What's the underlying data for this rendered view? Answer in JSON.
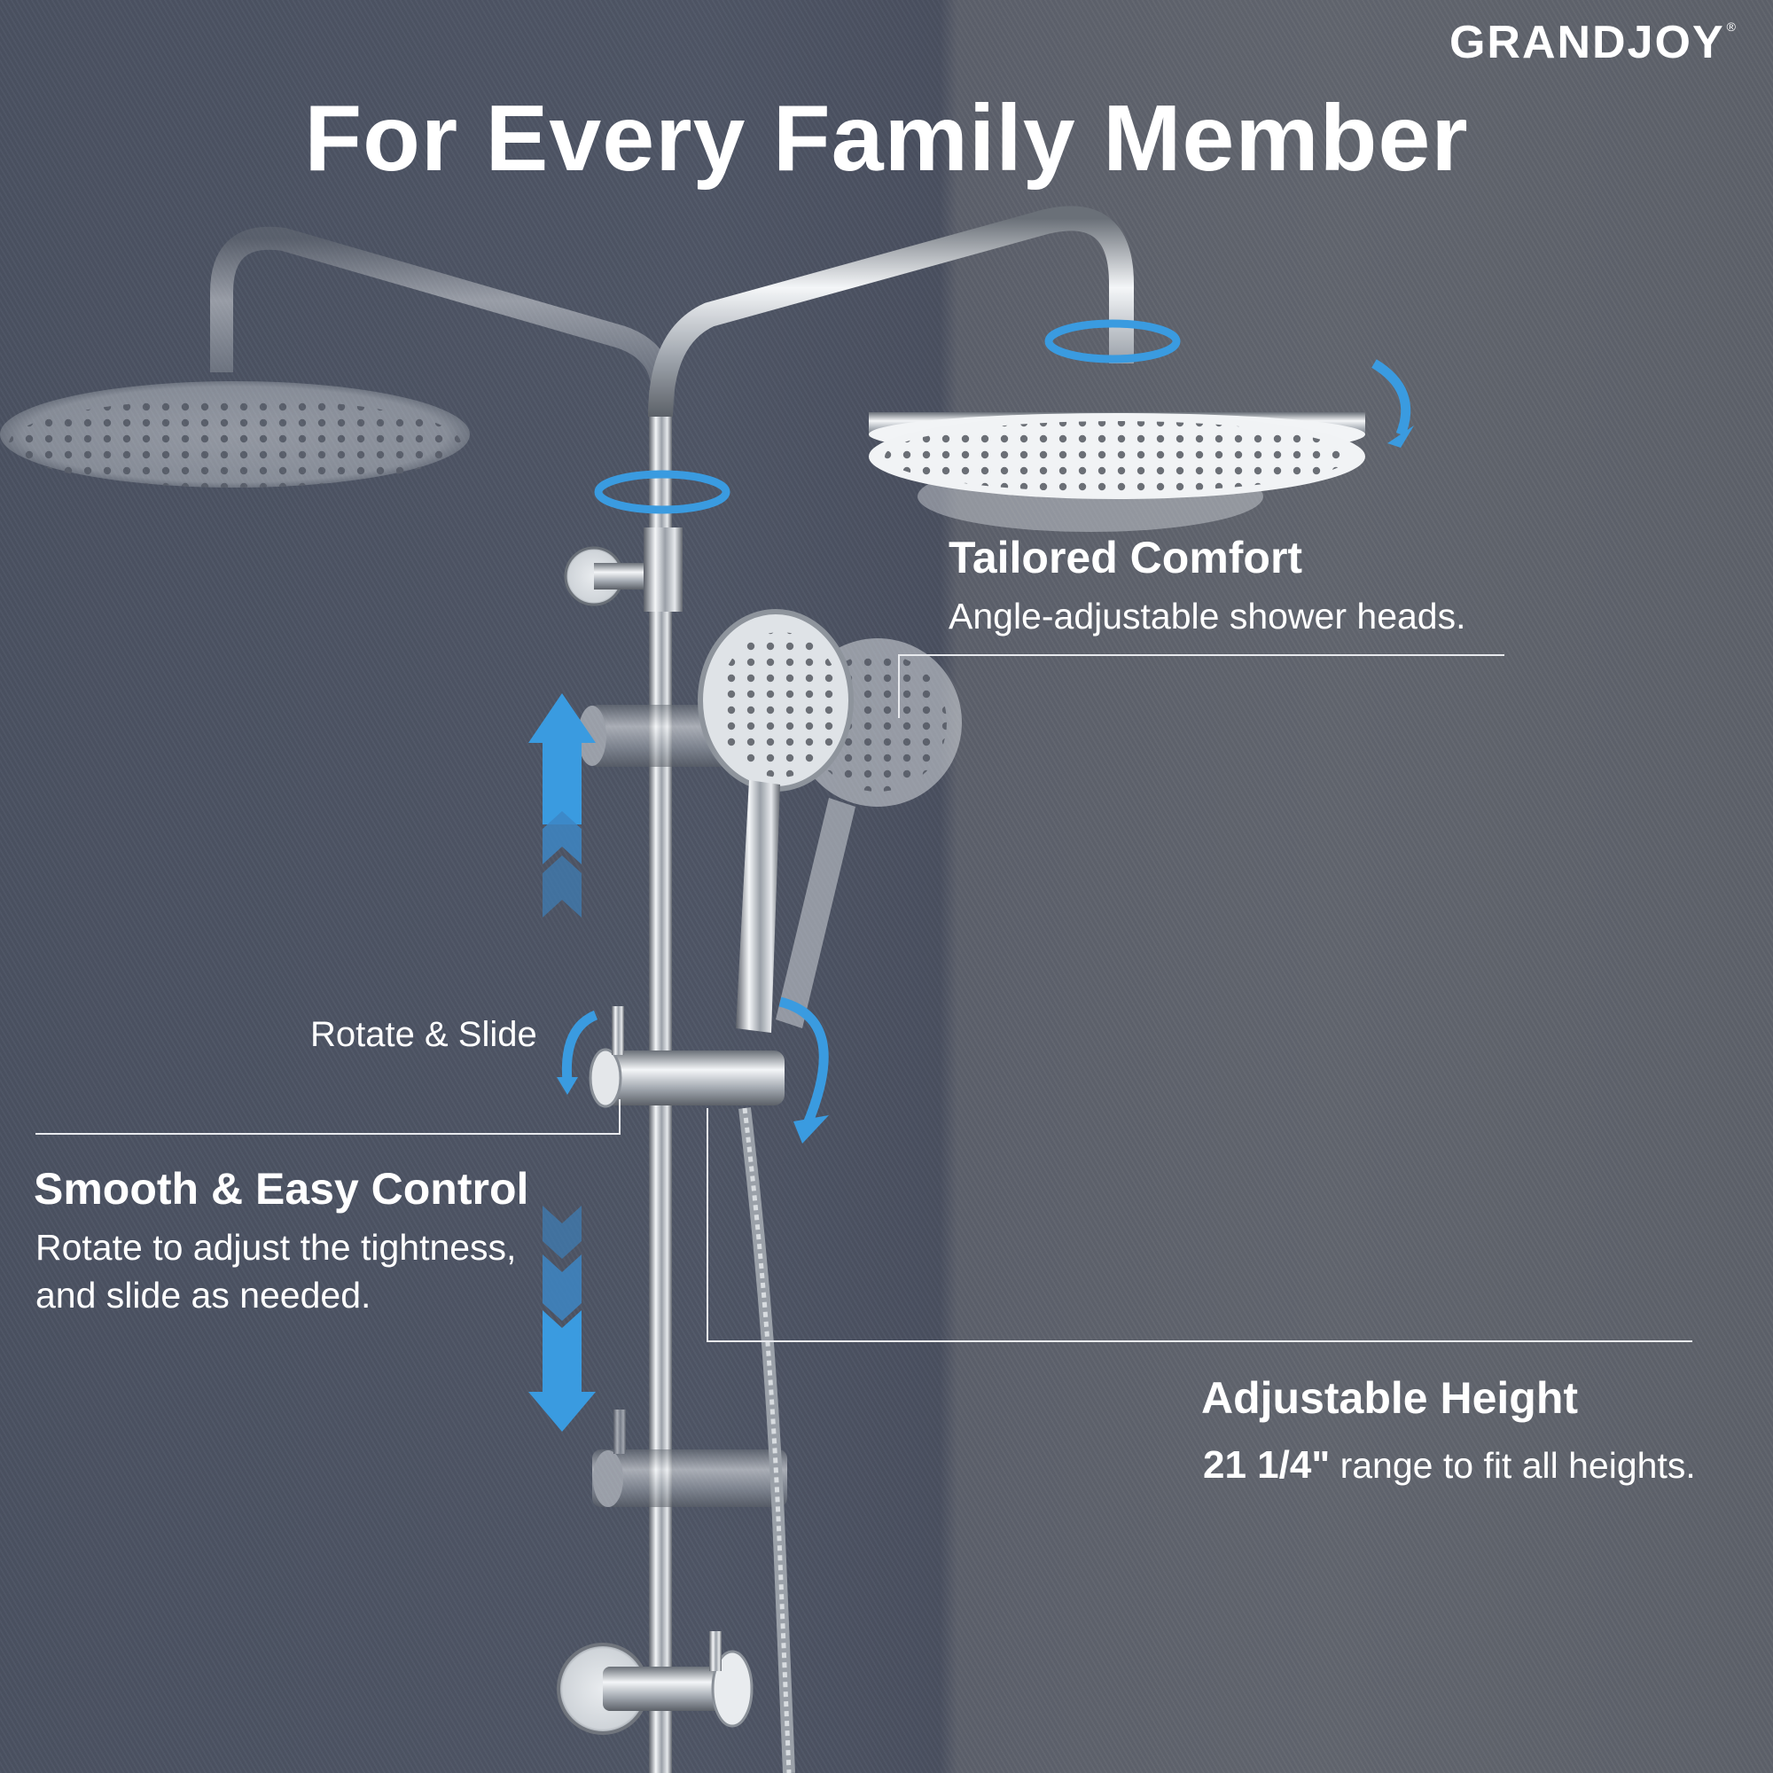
{
  "brand": {
    "name": "GRANDJOY",
    "registered_mark": "®"
  },
  "headline": "For Every Family Member",
  "features": {
    "tailored_comfort": {
      "title": "Tailored Comfort",
      "description": "Angle-adjustable shower heads."
    },
    "smooth_control": {
      "title": "Smooth & Easy Control",
      "description_line1": "Rotate to adjust the tightness,",
      "description_line2": "and slide as needed.",
      "callout": "Rotate & Slide"
    },
    "adjustable_height": {
      "title": "Adjustable Height",
      "measurement": "21 1/4\"",
      "description": " range to fit all heights."
    }
  },
  "icons": [
    "rotate-arrow-icon",
    "tilt-arrow-icon",
    "up-arrow-icon",
    "down-arrow-icon"
  ],
  "colors": {
    "accent_blue": "#3a9be0",
    "wall": "#4f5666",
    "text": "#ffffff"
  }
}
